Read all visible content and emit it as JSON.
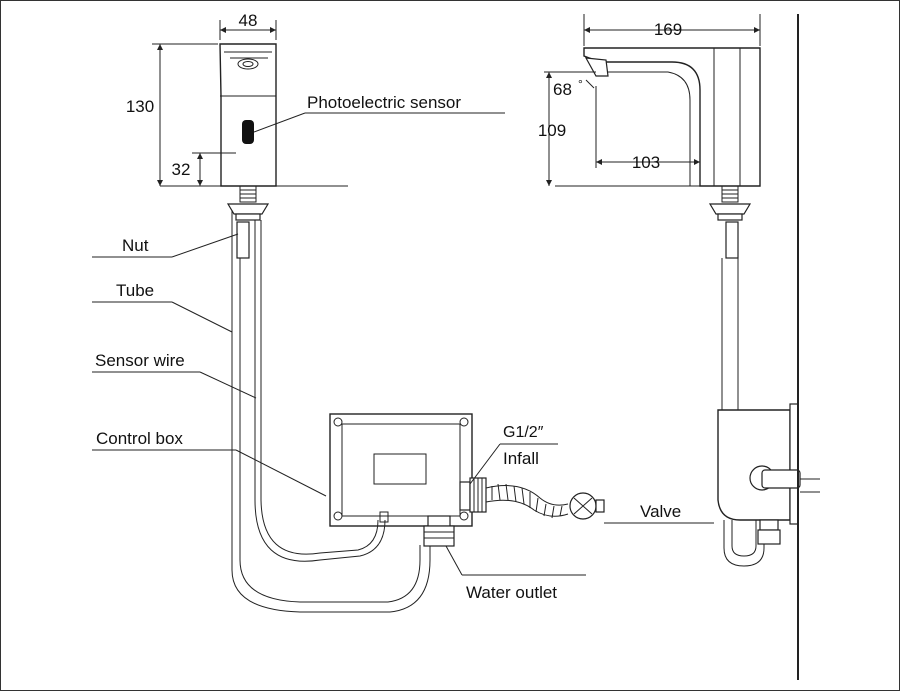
{
  "dimensions": {
    "width_top": "48",
    "height_total": "130",
    "sensor_height": "32",
    "depth_top": "169",
    "spout_angle": "68",
    "spout_degree": "°",
    "height_side": "109",
    "spout_reach": "103"
  },
  "labels": {
    "photoelectric_sensor": "Photoelectric sensor",
    "nut": "Nut",
    "tube": "Tube",
    "sensor_wire": "Sensor wire",
    "control_box": "Control box",
    "thread_size": "G1/2″",
    "infall": "Infall",
    "valve": "Valve",
    "water_outlet": "Water outlet"
  },
  "colors": {
    "line": "#222222",
    "background": "#ffffff"
  }
}
